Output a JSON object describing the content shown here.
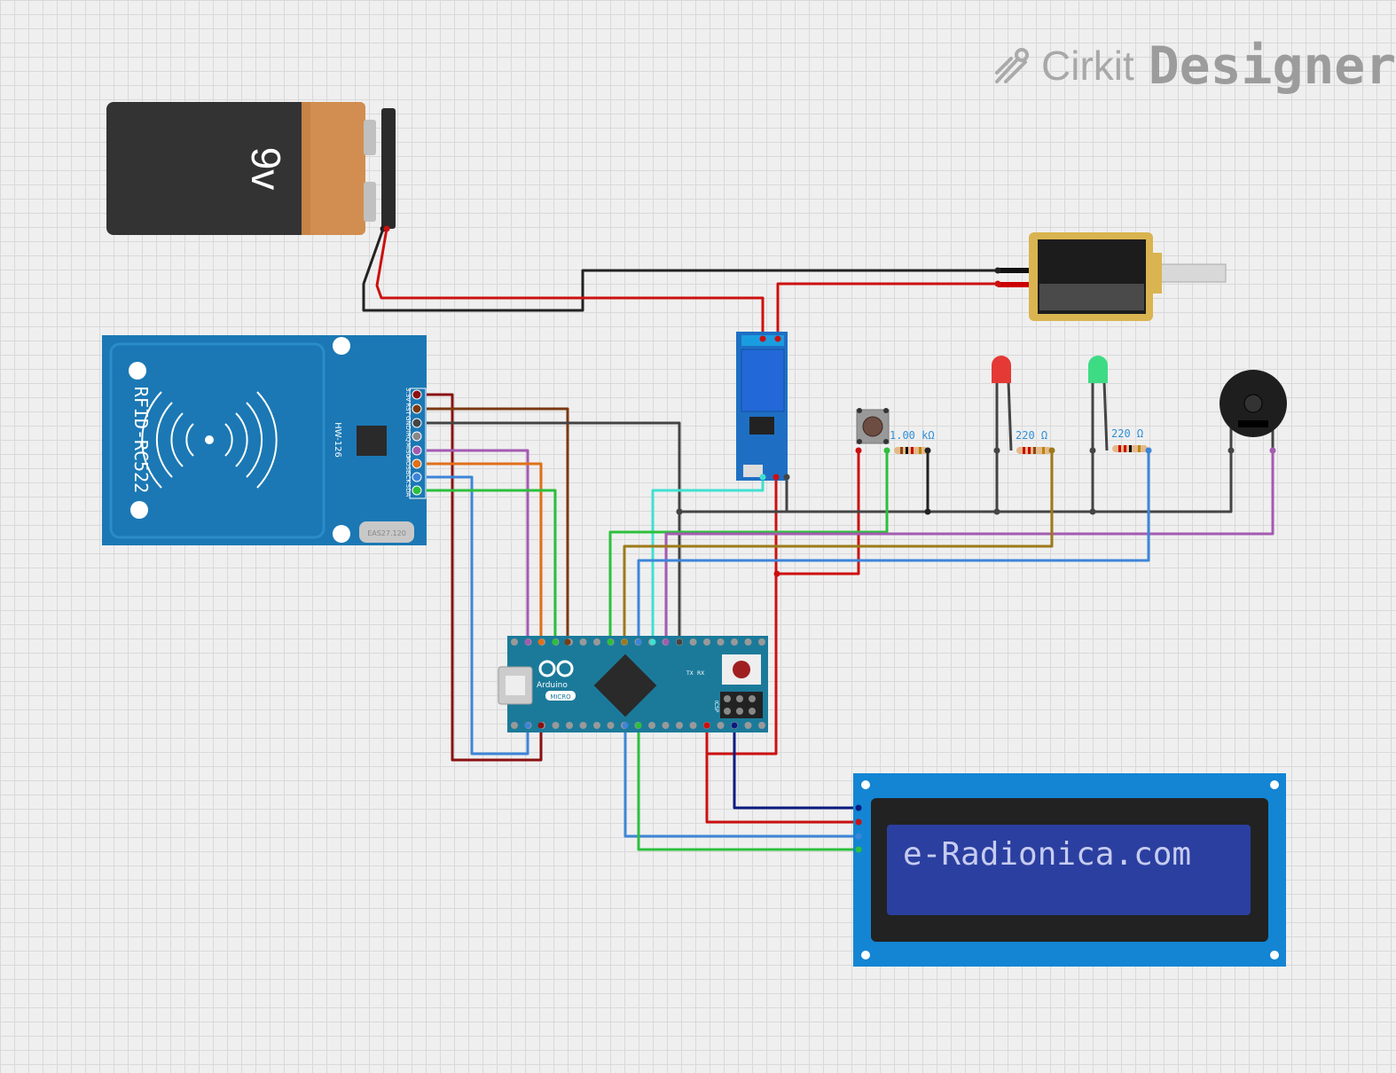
{
  "logo": {
    "brand": "Cirkit",
    "product": "Designer"
  },
  "battery": {
    "label": "9v"
  },
  "rfid": {
    "title": "RFID-RC522",
    "model": "HW-126",
    "pins": [
      "3.3V",
      "RST",
      "GND",
      "IRQ",
      "MISO",
      "MOSI",
      "SCK",
      "SDA"
    ],
    "crystal": "EAS27.120"
  },
  "arduino": {
    "brand": "Arduino",
    "model": "MICRO",
    "tx": "TX",
    "rx": "RX",
    "icsp": "ICSP"
  },
  "resistors": [
    {
      "label": "1.00 kΩ"
    },
    {
      "label": "220 Ω"
    },
    {
      "label": "220 Ω"
    }
  ],
  "leds": [
    {
      "color": "#e53935"
    },
    {
      "color": "#3ddc84"
    }
  ],
  "lcd": {
    "text": "e-Radionica.com"
  },
  "colors": {
    "board_blue": "#1b78b4",
    "lcd_blue": "#1385d3",
    "arduino_teal": "#1b7a9a"
  }
}
